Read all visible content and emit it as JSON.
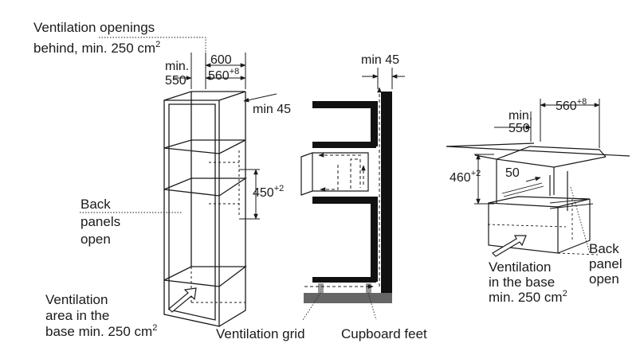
{
  "left_figure": {
    "vent_behind_line1": "Ventilation openings",
    "vent_behind_line2": "behind, min. 250 cm",
    "vent_behind_sup": "2",
    "dim_min": "min.",
    "dim_550": "550",
    "dim_600": "600",
    "dim_560": "560",
    "dim_560_sup": "+8",
    "dim_min45": "min 45",
    "back_line1": "Back",
    "back_line2": "panels",
    "back_line3": "open",
    "dim_450": "450",
    "dim_450_sup": "+2",
    "vent_area_line1": "Ventilation",
    "vent_area_line2": "area in the",
    "vent_area_line3": "base min. 250 cm",
    "vent_area_sup": "2"
  },
  "middle_figure": {
    "dim_min45": "min 45",
    "vent_grid": "Ventilation grid",
    "cupboard_feet": "Cupboard feet"
  },
  "right_figure": {
    "dim_min": "min.",
    "dim_550": "550",
    "dim_560": "560",
    "dim_560_sup": "+8",
    "dim_460": "460",
    "dim_460_sup": "+2",
    "dim_50": "50",
    "back_line1": "Back",
    "back_line2": "panel",
    "back_line3": "open",
    "vent_base_line1": "Ventilation",
    "vent_base_line2": "in the base",
    "vent_base_line3": "min. 250 cm",
    "vent_base_sup": "2"
  },
  "colors": {
    "ink": "#1a1a1a",
    "wall": "#111111",
    "floor_gray": "#666666",
    "foot_gray": "#999999"
  }
}
